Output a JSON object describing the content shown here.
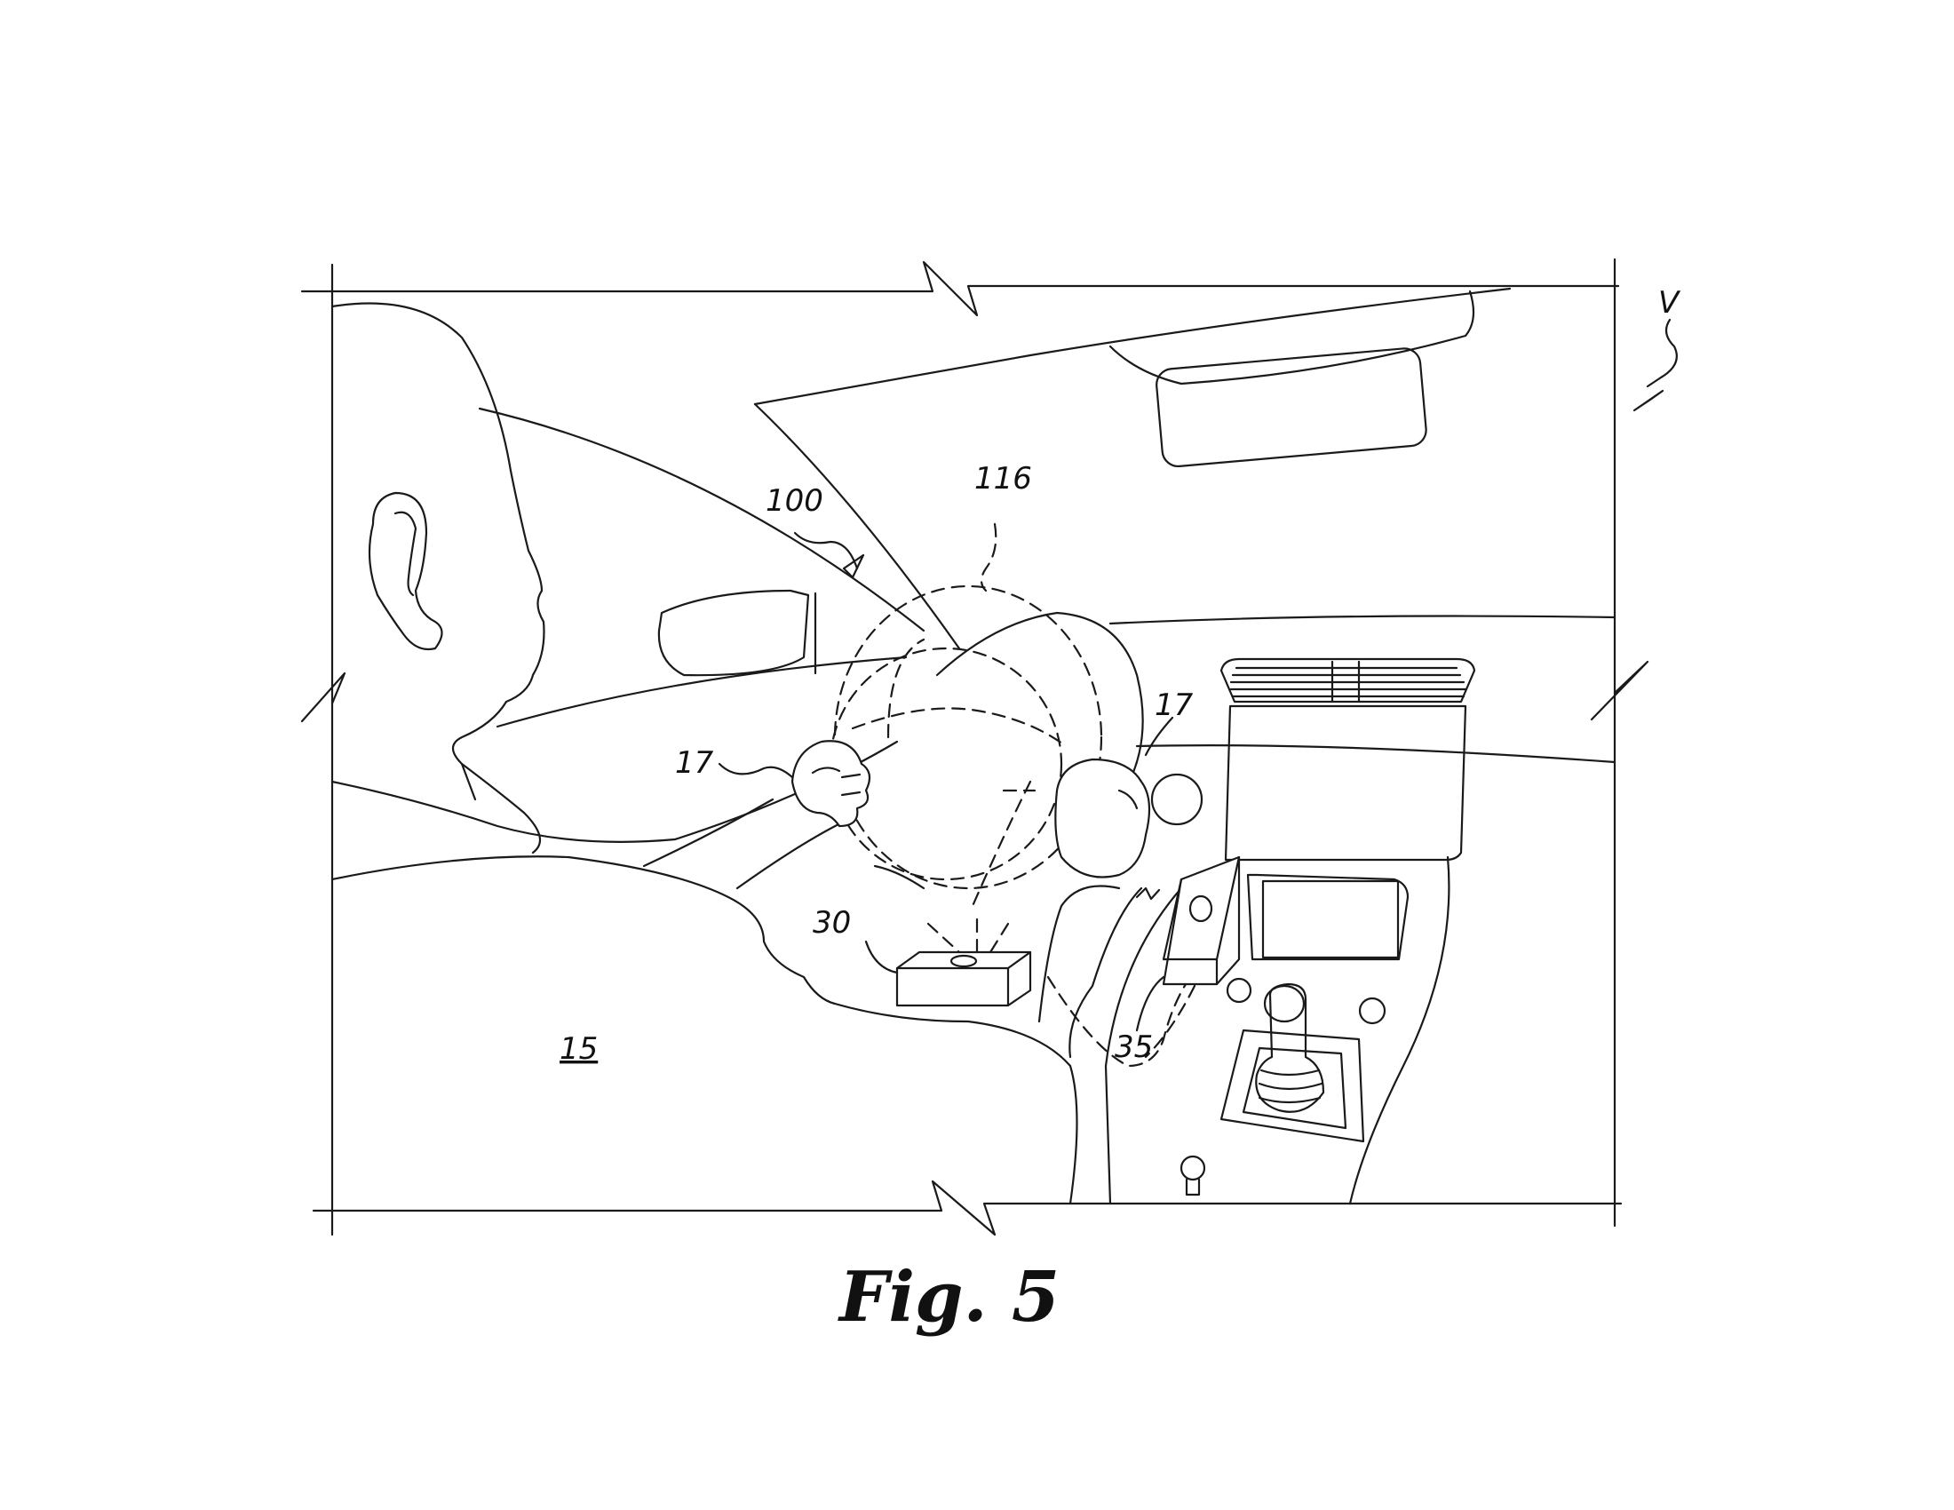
{
  "figure": {
    "caption": "Fig. 5",
    "labels": {
      "vehicle": "V",
      "system": "100",
      "field": "116",
      "hand_left": "17",
      "hand_right": "17",
      "sensor_lower": "30",
      "sensor_side": "35",
      "driver": "15"
    }
  }
}
